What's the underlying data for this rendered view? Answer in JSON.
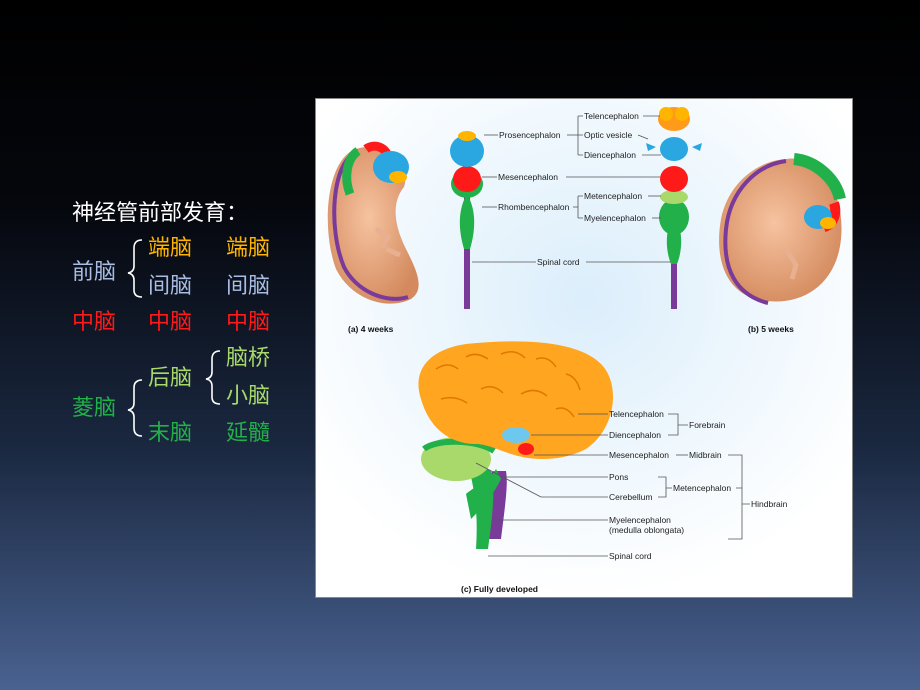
{
  "heading": "神经管前部发育：",
  "groups": {
    "forebrain": "前脑",
    "midbrain": "中脑",
    "hindbrain": "菱脑"
  },
  "stage2": {
    "telencephalon": "端脑",
    "diencephalon": "间脑",
    "mesencephalon": "中脑",
    "metencephalon": "后脑",
    "myelencephalon": "末脑"
  },
  "stage3": {
    "telencephalon": "端脑",
    "diencephalon": "间脑",
    "mesencephalon": "中脑",
    "pons": "脑桥",
    "cerebellum": "小脑",
    "medulla": "延髓"
  },
  "figure": {
    "top": {
      "prosencephalon": "Prosencephalon",
      "mesencephalon": "Mesencephalon",
      "rhombencephalon": "Rhombencephalon",
      "spinal_cord": "Spinal cord",
      "telencephalon": "Telencephalon",
      "optic_vesicle": "Optic vesicle",
      "diencephalon": "Diencephalon",
      "metencephalon": "Metencephalon",
      "myelencephalon": "Myelencephalon"
    },
    "captions": {
      "a": "(a) 4 weeks",
      "b": "(b) 5 weeks",
      "c": "(c) Fully developed"
    },
    "bottom": {
      "telencephalon": "Telencephalon",
      "diencephalon": "Diencephalon",
      "mesencephalon": "Mesencephalon",
      "pons": "Pons",
      "cerebellum": "Cerebellum",
      "myelencephalon": "Myelencephalon",
      "medulla": "(medulla oblongata)",
      "spinal_cord": "Spinal cord",
      "forebrain": "Forebrain",
      "midbrain": "Midbrain",
      "metencephalon": "Metencephalon",
      "hindbrain": "Hindbrain"
    }
  },
  "colors": {
    "telencephalon": "#ffb400",
    "diencephalon": "#a9bde3",
    "mesencephalon": "#ff1a1a",
    "metencephalon": "#a8d96a",
    "myelencephalon": "#22b04a"
  }
}
